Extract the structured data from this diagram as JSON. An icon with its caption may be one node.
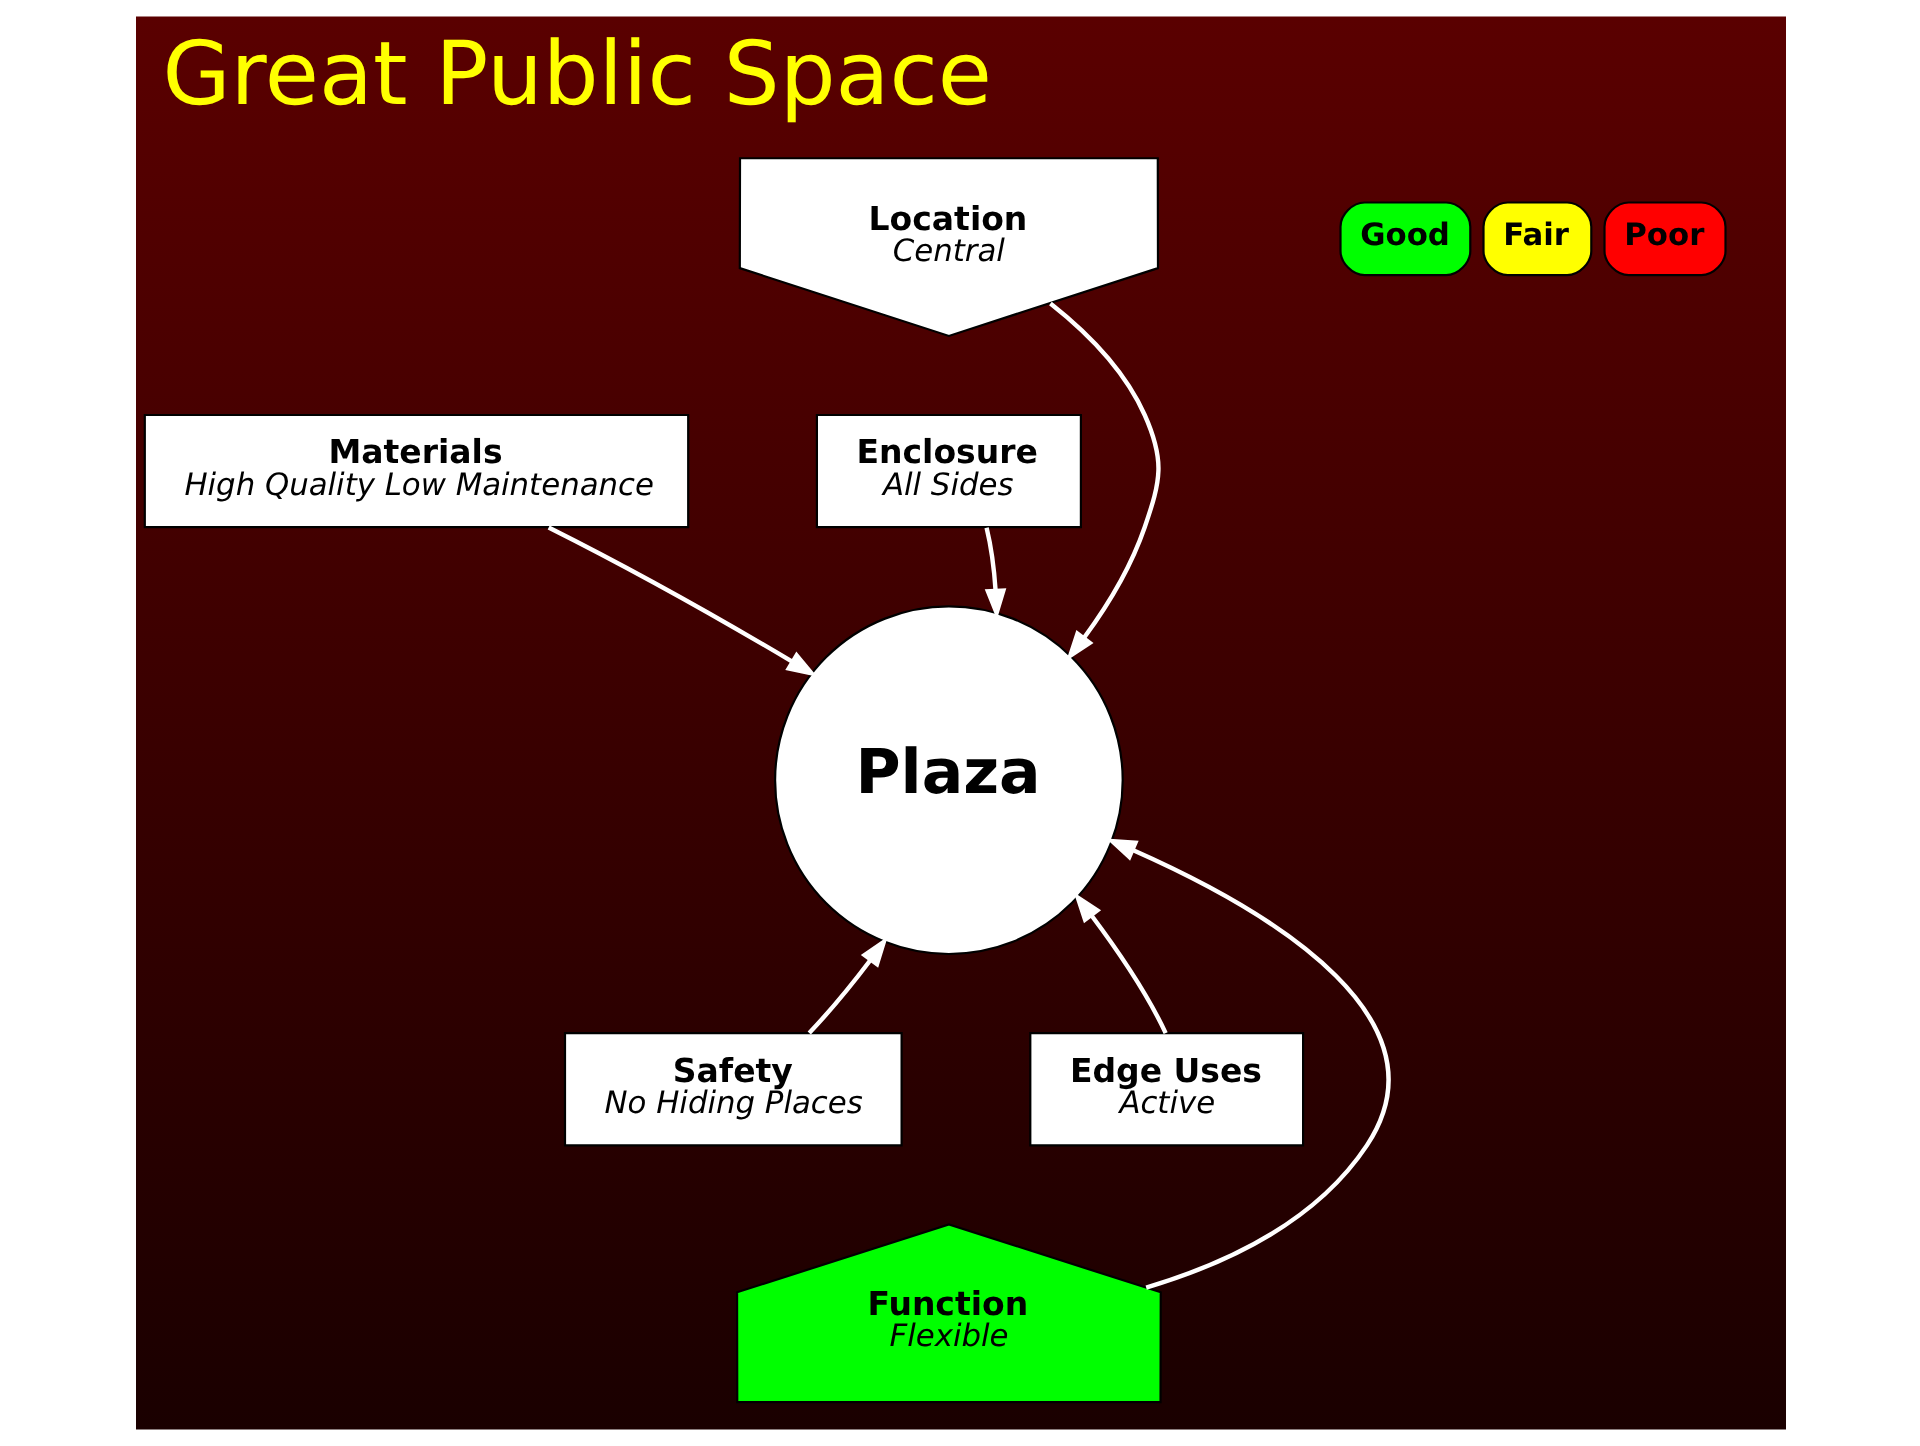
{
  "diagram": {
    "title": "Great Public Space",
    "nodes": [
      {
        "text": [
          "Location",
          "Central"
        ]
      },
      {
        "text": [
          "Materials",
          "High Quality Low Maintenance"
        ]
      },
      {
        "text": [
          "Enclosure",
          "All Sides"
        ]
      },
      {
        "text": [
          "Plaza"
        ]
      },
      {
        "text": [
          "Safety",
          "No Hiding Places"
        ]
      },
      {
        "text": [
          "Edge Uses",
          "Active"
        ]
      },
      {
        "text": [
          "Function",
          "Flexible"
        ]
      }
    ],
    "edges": [
      {
        "from": 0,
        "to": 3,
        "arrow": "to"
      },
      {
        "from": 1,
        "to": 3,
        "arrow": "to"
      },
      {
        "from": 2,
        "to": 3,
        "arrow": "to"
      },
      {
        "from": 4,
        "to": 3,
        "arrow": "to"
      },
      {
        "from": 5,
        "to": 3,
        "arrow": "to"
      },
      {
        "from": 6,
        "to": 3,
        "arrow": "to"
      }
    ],
    "legend": [
      {
        "text": "Good",
        "color": "#00ff00"
      },
      {
        "text": "Fair",
        "color": "#ffff00"
      },
      {
        "text": "Poor",
        "color": "#ff0000"
      }
    ]
  }
}
